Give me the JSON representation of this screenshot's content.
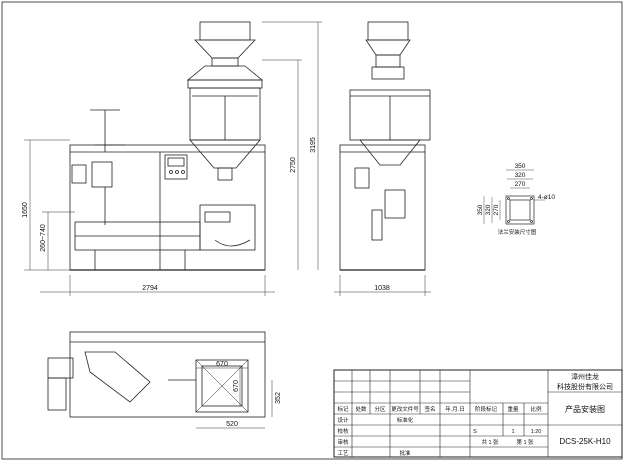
{
  "drawing": {
    "front_view": {
      "dims": {
        "width": "2794",
        "height_mid": "2750",
        "height_total": "3195",
        "height_left": "1650",
        "height_conveyor": "260~740"
      }
    },
    "side_view": {
      "dims": {
        "width": "1038"
      }
    },
    "flange_detail": {
      "dims": {
        "d350": "350",
        "d320": "320",
        "d270": "270",
        "v350": "350",
        "v320": "320",
        "v270": "270",
        "holes": "4-ø10"
      },
      "caption": "法兰安装尺寸图"
    },
    "top_view": {
      "dims": {
        "d670_top": "670",
        "d670_side": "670",
        "d520": "520",
        "d352": "352"
      }
    },
    "title_block": {
      "company_line1": "漳州佳龙",
      "company_line2": "科技股份有限公司",
      "drawing_name": "产品安装图",
      "drawing_no": "DCS-25K-H10",
      "labels": {
        "mark": "标记",
        "count": "处数",
        "zone": "分区",
        "change_doc": "更改文件号",
        "sign": "签名",
        "date": "年.月.日",
        "design": "设计",
        "standardize": "标准化",
        "stage_mark": "阶段标记",
        "weight": "重量",
        "scale": "比例",
        "check": "校核",
        "review": "审核",
        "process": "工艺",
        "approve": "批准",
        "stage_s": "S",
        "qty": "1",
        "scale_value": "1:20",
        "total_sheets": "共 1 张",
        "sheet_no": "第 1 张"
      }
    }
  }
}
